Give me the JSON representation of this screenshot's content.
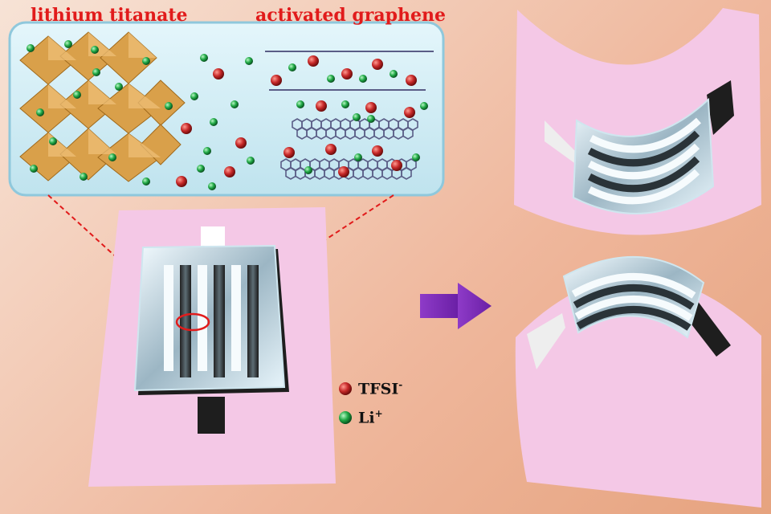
{
  "labels": {
    "lithium_titanate": "lithium titanate",
    "activated_graphene": "activated graphene"
  },
  "legend": {
    "tfsi": {
      "text": "TFSI",
      "sup": "-",
      "color": "#c62828"
    },
    "li": {
      "text": "Li",
      "sup": "+",
      "color": "#1fa845"
    }
  },
  "colors": {
    "substrate": "#f4c8e6",
    "octahedron": "#d9a04a",
    "arrow": "#7a2db0",
    "zoom_lines": "#e11b1b",
    "electrolyte": "#d7eef5"
  }
}
